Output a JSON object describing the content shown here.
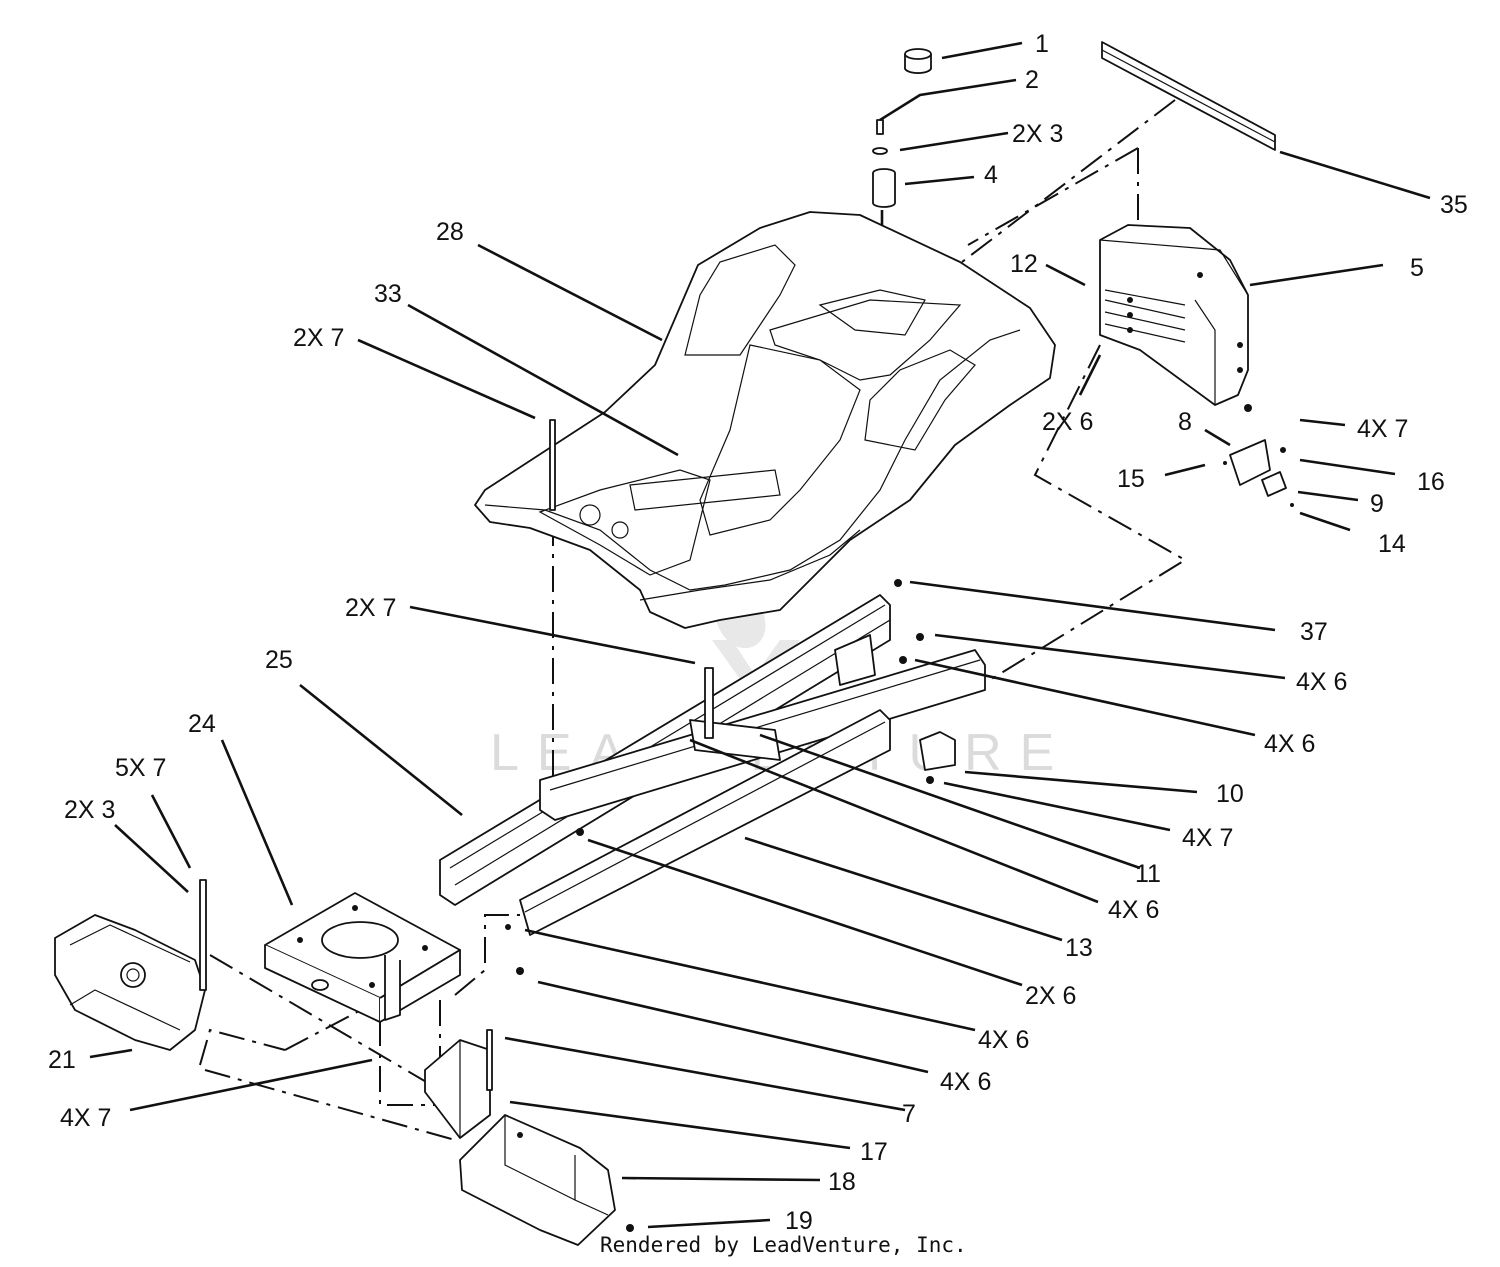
{
  "watermark": "LEADVENTURE",
  "credit": "Rendered by LeadVenture, Inc.",
  "callouts": [
    {
      "id": "1",
      "label": "1"
    },
    {
      "id": "2",
      "label": "2"
    },
    {
      "id": "2x3-top",
      "label": "2X 3"
    },
    {
      "id": "4",
      "label": "4"
    },
    {
      "id": "35",
      "label": "35"
    },
    {
      "id": "28",
      "label": "28"
    },
    {
      "id": "12",
      "label": "12"
    },
    {
      "id": "5",
      "label": "5"
    },
    {
      "id": "33",
      "label": "33"
    },
    {
      "id": "2x7-seat",
      "label": "2X 7"
    },
    {
      "id": "2x6-bracket",
      "label": "2X 6"
    },
    {
      "id": "8",
      "label": "8"
    },
    {
      "id": "4x7-bracket",
      "label": "4X 7"
    },
    {
      "id": "15",
      "label": "15"
    },
    {
      "id": "16",
      "label": "16"
    },
    {
      "id": "9",
      "label": "9"
    },
    {
      "id": "14",
      "label": "14"
    },
    {
      "id": "2x7-frame",
      "label": "2X 7"
    },
    {
      "id": "37",
      "label": "37"
    },
    {
      "id": "25",
      "label": "25"
    },
    {
      "id": "4x6-a",
      "label": "4X 6"
    },
    {
      "id": "4x6-b",
      "label": "4X 6"
    },
    {
      "id": "24",
      "label": "24"
    },
    {
      "id": "5x7",
      "label": "5X 7"
    },
    {
      "id": "10",
      "label": "10"
    },
    {
      "id": "2x3-left",
      "label": "2X 3"
    },
    {
      "id": "4x7-mid",
      "label": "4X 7"
    },
    {
      "id": "11",
      "label": "11"
    },
    {
      "id": "4x6-c",
      "label": "4X 6"
    },
    {
      "id": "13",
      "label": "13"
    },
    {
      "id": "2x6-frame",
      "label": "2X 6"
    },
    {
      "id": "4x6-d",
      "label": "4X 6"
    },
    {
      "id": "21",
      "label": "21"
    },
    {
      "id": "4x6-e",
      "label": "4X 6"
    },
    {
      "id": "7",
      "label": "7"
    },
    {
      "id": "4x7-left",
      "label": "4X 7"
    },
    {
      "id": "17",
      "label": "17"
    },
    {
      "id": "18",
      "label": "18"
    },
    {
      "id": "19",
      "label": "19"
    }
  ]
}
